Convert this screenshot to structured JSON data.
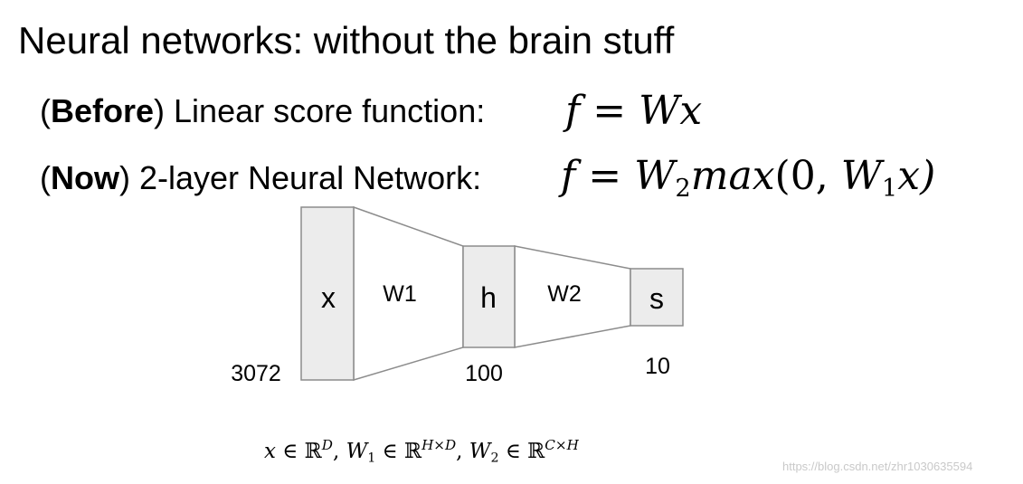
{
  "title": "Neural networks: without the brain stuff",
  "before": {
    "tag": "Before",
    "label": "Linear score function:",
    "formula": {
      "f": "f",
      "eq": "=",
      "rhs": "Wx"
    }
  },
  "now": {
    "tag": "Now",
    "label": "2-layer Neural Network:",
    "formula": {
      "f": "f",
      "eq": "=",
      "w2": "W",
      "w2_sub": "2",
      "max": "max",
      "open": "(0, ",
      "w1": "W",
      "w1_sub": "1",
      "close": "x)"
    }
  },
  "diagram": {
    "layers": [
      {
        "label": "x",
        "size": "3072"
      },
      {
        "label": "h",
        "size": "100"
      },
      {
        "label": "s",
        "size": "10"
      }
    ],
    "weights": [
      "W1",
      "W2"
    ],
    "fill_color": "#ececec",
    "stroke_color": "#8c8c8c"
  },
  "bottom": {
    "x": "x",
    "in": "∈",
    "R": "ℝ",
    "D": "D",
    "comma1": ", ",
    "W1": "W",
    "W1sub": "1",
    "HxD": "H×D",
    "comma2": ", ",
    "W2": "W",
    "W2sub": "2",
    "CxH": "C×H"
  },
  "watermark": "https://blog.csdn.net/zhr1030635594"
}
